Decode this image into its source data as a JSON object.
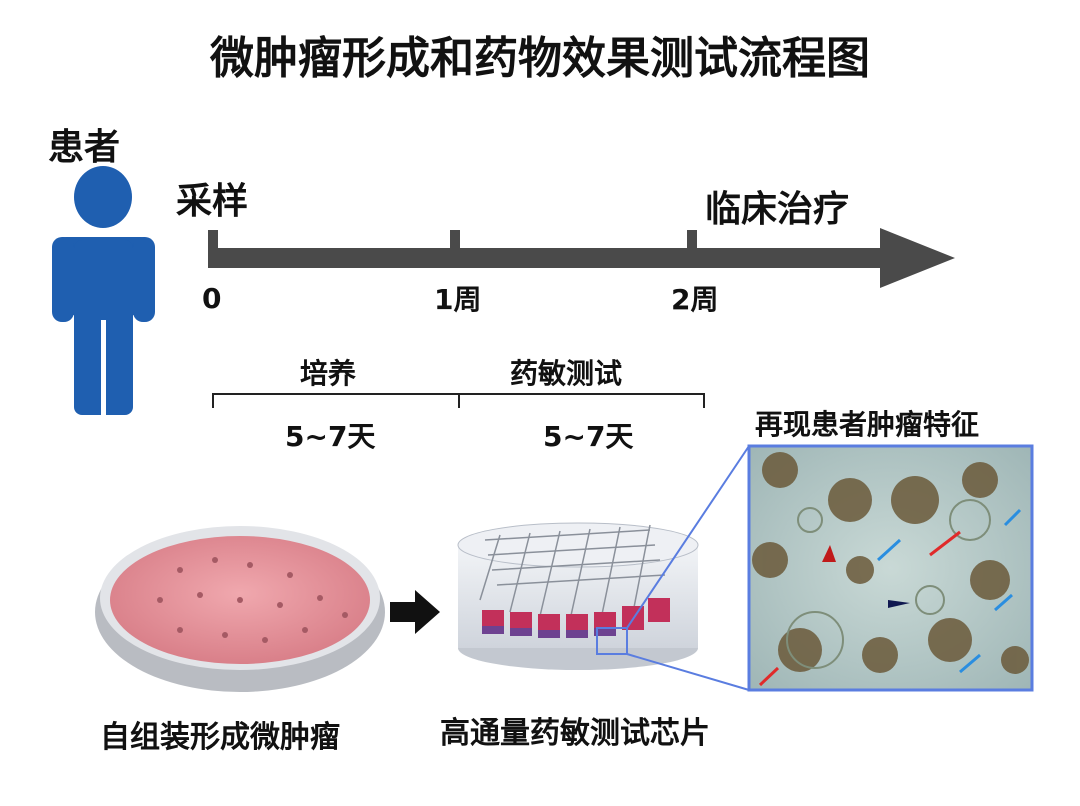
{
  "title": "微肿瘤形成和药物效果测试流程图",
  "patient_label": "患者",
  "timeline": {
    "start_label": "采样",
    "end_label": "临床治疗",
    "ticks": [
      "0",
      "1周",
      "2周"
    ]
  },
  "phases": [
    {
      "name": "培养",
      "duration": "5~7天"
    },
    {
      "name": "药敏测试",
      "duration": "5~7天"
    }
  ],
  "images": {
    "dish_caption": "自组装形成微肿瘤",
    "chip_caption": "高通量药敏测试芯片",
    "micro_caption": "再现患者肿瘤特征"
  },
  "colors": {
    "person": "#1f5fb0",
    "timeline": "#4a4a4a",
    "highlight_box": "#5a7de0",
    "dish": "#e89aa0"
  }
}
